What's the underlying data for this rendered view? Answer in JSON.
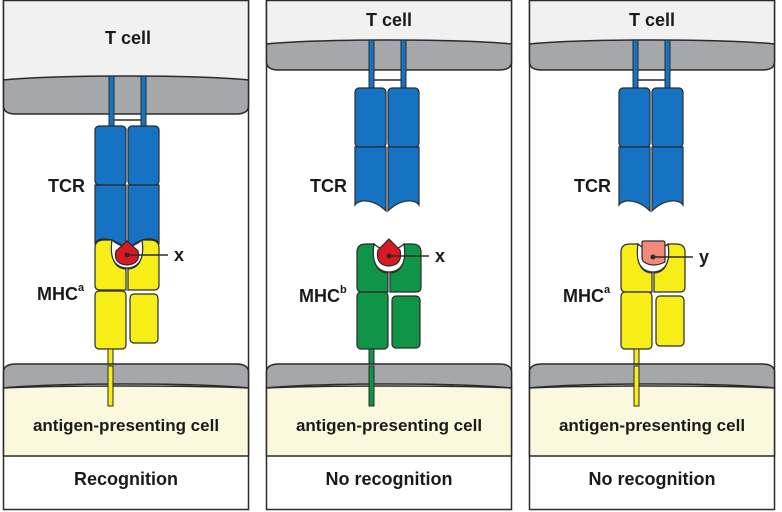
{
  "panels": [
    {
      "t_cell_label": "T cell",
      "receptor_label": "TCR",
      "mhc_label": "MHC",
      "mhc_superscript": "a",
      "peptide_label": "x",
      "apc_label": "antigen-presenting cell",
      "caption": "Recognition",
      "mhc_color": "#f7ee17",
      "peptide_color": "#d81921",
      "bound": true
    },
    {
      "t_cell_label": "T cell",
      "receptor_label": "TCR",
      "mhc_label": "MHC",
      "mhc_superscript": "b",
      "peptide_label": "x",
      "apc_label": "antigen-presenting cell",
      "caption": "No recognition",
      "mhc_color": "#109448",
      "peptide_color": "#d81921",
      "bound": false
    },
    {
      "t_cell_label": "T cell",
      "receptor_label": "TCR",
      "mhc_label": "MHC",
      "mhc_superscript": "a",
      "peptide_label": "y",
      "apc_label": "antigen-presenting cell",
      "caption": "No recognition",
      "mhc_color": "#f7ee17",
      "peptide_color": "#f28a7c",
      "bound": false
    }
  ],
  "colors": {
    "tcr": "#1673c4",
    "t_cell_fill": "#f1f1f2",
    "membrane": "#a6a7aa",
    "apc_fill": "#fbf8de",
    "outline": "#2b2b2b"
  }
}
